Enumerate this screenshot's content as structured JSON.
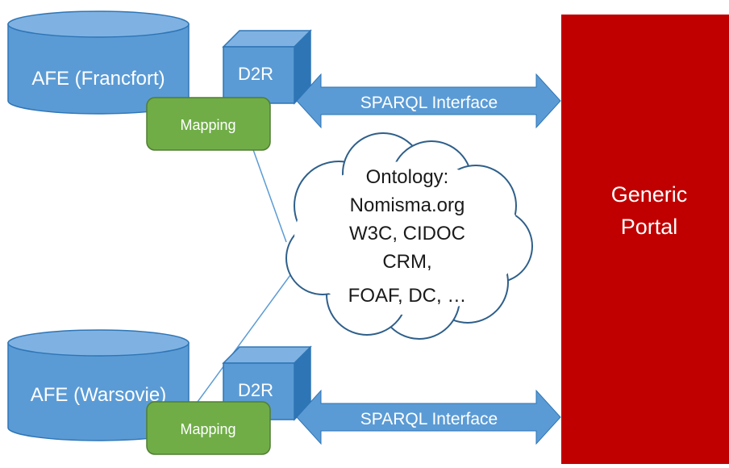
{
  "databases": [
    {
      "label": "AFE (Francfort)",
      "d2r_label": "D2R",
      "mapping_label": "Mapping",
      "interface_label": "SPARQL Interface"
    },
    {
      "label": "AFE (Warsovie)",
      "d2r_label": "D2R",
      "mapping_label": "Mapping",
      "interface_label": "SPARQL Interface"
    }
  ],
  "ontology": {
    "lines": [
      "Ontology:",
      "Nomisma.org",
      "W3C, CIDOC",
      "CRM,",
      "FOAF, DC, …"
    ]
  },
  "portal": {
    "lines": [
      "Generic",
      "Portal"
    ]
  },
  "colors": {
    "db_fill": "#5b9bd5",
    "db_top": "#7fb2e2",
    "db_stroke": "#2e75b6",
    "mapping_fill": "#70ad47",
    "mapping_stroke": "#507e32",
    "arrow_fill": "#5b9bd5",
    "portal_fill": "#c00000",
    "line": "#5b9bd5"
  }
}
